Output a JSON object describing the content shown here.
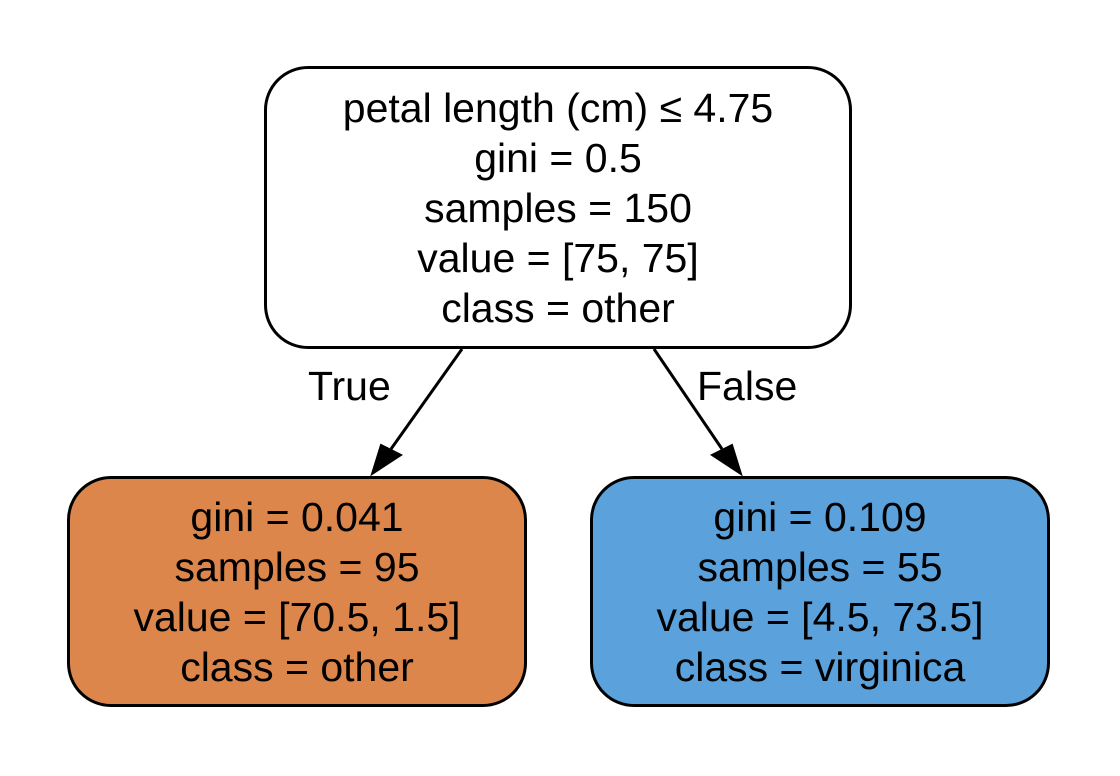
{
  "colors": {
    "root_fill": "#ffffff",
    "left_fill": "#dc864c",
    "right_fill": "#5ba2dd",
    "stroke": "#000000"
  },
  "nodes": {
    "root": {
      "split": "petal length (cm) ≤ 4.75",
      "gini": "gini = 0.5",
      "samples": "samples = 150",
      "value": "value = [75, 75]",
      "class": "class = other"
    },
    "left": {
      "gini": "gini = 0.041",
      "samples": "samples = 95",
      "value": "value = [70.5, 1.5]",
      "class": "class = other"
    },
    "right": {
      "gini": "gini = 0.109",
      "samples": "samples = 55",
      "value": "value = [4.5, 73.5]",
      "class": "class = virginica"
    }
  },
  "edges": {
    "true_label": "True",
    "false_label": "False"
  }
}
